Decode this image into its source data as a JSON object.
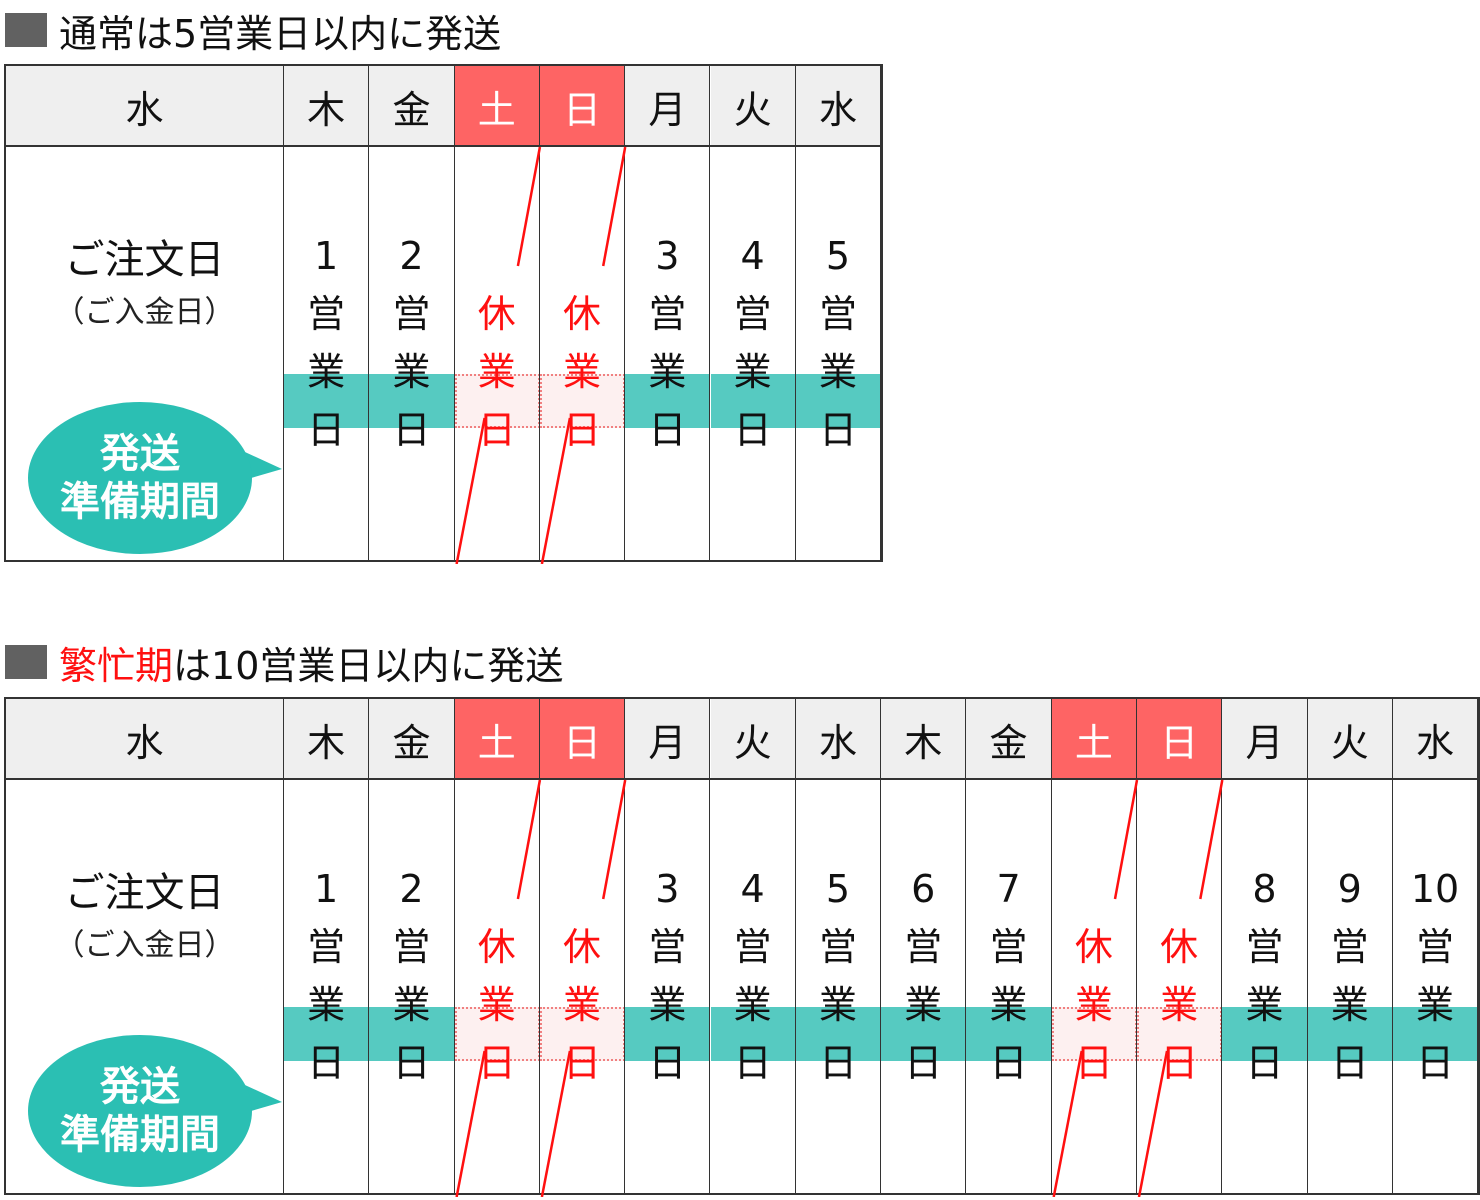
{
  "colors": {
    "holiday_header": "#fe6464",
    "holiday_text": "#ff1010",
    "prep_bar": "#56cac1",
    "bubble": "#2bbfb3",
    "title_square": "#616161"
  },
  "sections": [
    {
      "title_highlight": "",
      "title_rest": "通常は5営業日以内に発送",
      "order_day": "水",
      "order_label": "ご注文日",
      "order_sub": "（ご入金日）",
      "bubble_line1": "発送",
      "bubble_line2": "準備期間",
      "days": [
        {
          "dow": "木",
          "num": "1",
          "type": "work"
        },
        {
          "dow": "金",
          "num": "2",
          "type": "work"
        },
        {
          "dow": "土",
          "num": "",
          "type": "holiday"
        },
        {
          "dow": "日",
          "num": "",
          "type": "holiday"
        },
        {
          "dow": "月",
          "num": "3",
          "type": "work"
        },
        {
          "dow": "火",
          "num": "4",
          "type": "work"
        },
        {
          "dow": "水",
          "num": "5",
          "type": "work"
        }
      ]
    },
    {
      "title_highlight": "繁忙期",
      "title_rest": "は10営業日以内に発送",
      "order_day": "水",
      "order_label": "ご注文日",
      "order_sub": "（ご入金日）",
      "bubble_line1": "発送",
      "bubble_line2": "準備期間",
      "days": [
        {
          "dow": "木",
          "num": "1",
          "type": "work"
        },
        {
          "dow": "金",
          "num": "2",
          "type": "work"
        },
        {
          "dow": "土",
          "num": "",
          "type": "holiday"
        },
        {
          "dow": "日",
          "num": "",
          "type": "holiday"
        },
        {
          "dow": "月",
          "num": "3",
          "type": "work"
        },
        {
          "dow": "火",
          "num": "4",
          "type": "work"
        },
        {
          "dow": "水",
          "num": "5",
          "type": "work"
        },
        {
          "dow": "木",
          "num": "6",
          "type": "work"
        },
        {
          "dow": "金",
          "num": "7",
          "type": "work"
        },
        {
          "dow": "土",
          "num": "",
          "type": "holiday"
        },
        {
          "dow": "日",
          "num": "",
          "type": "holiday"
        },
        {
          "dow": "月",
          "num": "8",
          "type": "work"
        },
        {
          "dow": "火",
          "num": "9",
          "type": "work"
        },
        {
          "dow": "水",
          "num": "10",
          "type": "work"
        }
      ]
    }
  ],
  "work_label": [
    "営",
    "業",
    "日"
  ],
  "holiday_label": [
    "休",
    "業",
    "日"
  ]
}
